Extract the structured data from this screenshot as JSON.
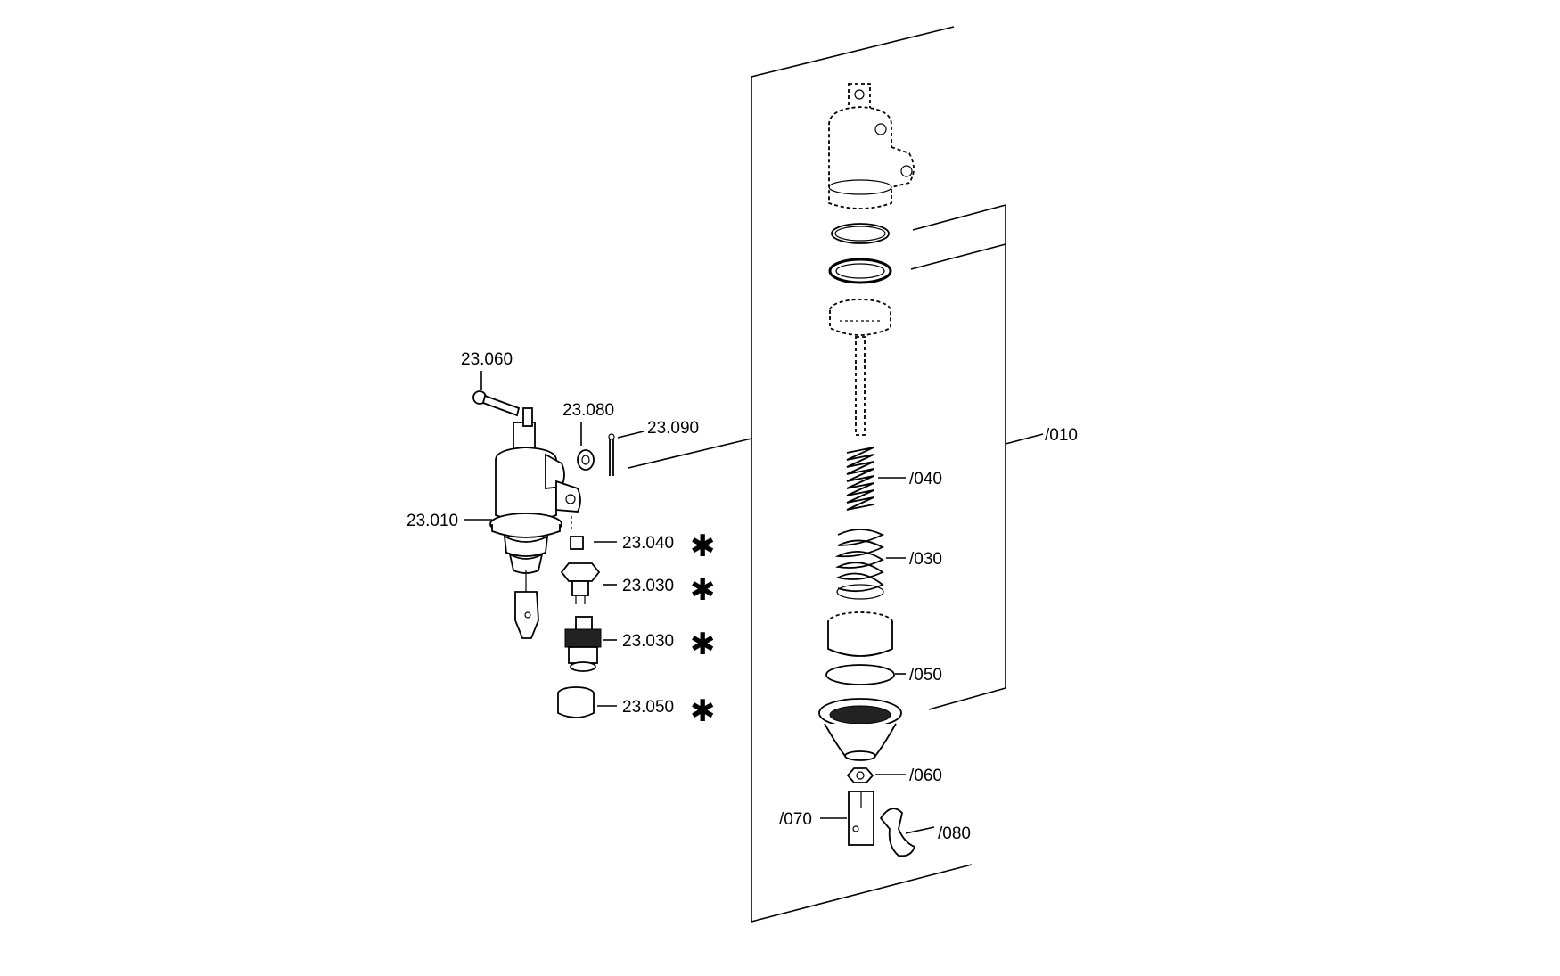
{
  "labels": {
    "l_23060": "23.060",
    "l_23080": "23.080",
    "l_23090": "23.090",
    "l_23010": "23.010",
    "l_23040": "23.040",
    "l_23030a": "23.030",
    "l_23030b": "23.030",
    "l_23050": "23.050",
    "l_010": "/010",
    "l_040": "/040",
    "l_030": "/030",
    "l_050": "/050",
    "l_060": "/060",
    "l_070": "/070",
    "l_080": "/080"
  },
  "marks": {
    "star": "✱"
  }
}
